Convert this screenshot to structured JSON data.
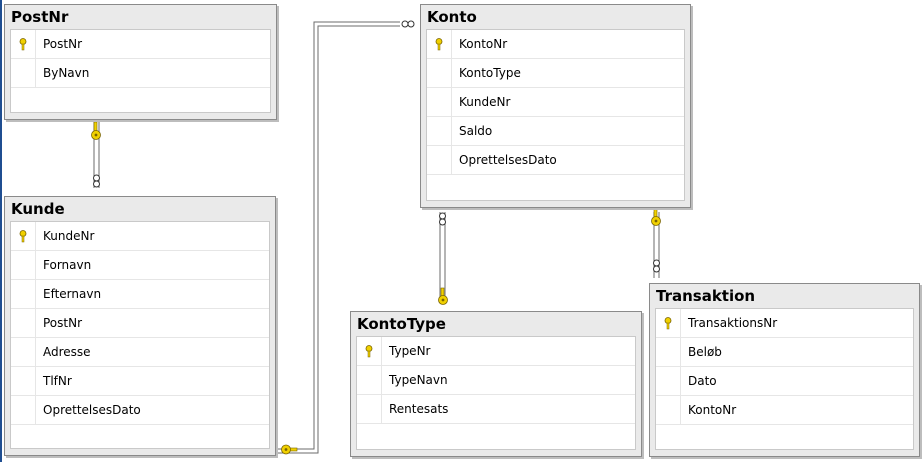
{
  "tables": [
    {
      "id": "postnr",
      "title": "PostNr",
      "columns": [
        {
          "name": "PostNr",
          "pk": true
        },
        {
          "name": "ByNavn",
          "pk": false
        }
      ]
    },
    {
      "id": "konto",
      "title": "Konto",
      "columns": [
        {
          "name": "KontoNr",
          "pk": true
        },
        {
          "name": "KontoType",
          "pk": false
        },
        {
          "name": "KundeNr",
          "pk": false
        },
        {
          "name": "Saldo",
          "pk": false
        },
        {
          "name": "OprettelsesDato",
          "pk": false
        }
      ]
    },
    {
      "id": "kunde",
      "title": "Kunde",
      "columns": [
        {
          "name": "KundeNr",
          "pk": true
        },
        {
          "name": "Fornavn",
          "pk": false
        },
        {
          "name": "Efternavn",
          "pk": false
        },
        {
          "name": "PostNr",
          "pk": false
        },
        {
          "name": "Adresse",
          "pk": false
        },
        {
          "name": "TlfNr",
          "pk": false
        },
        {
          "name": "OprettelsesDato",
          "pk": false
        }
      ]
    },
    {
      "id": "kontotype",
      "title": "KontoType",
      "columns": [
        {
          "name": "TypeNr",
          "pk": true
        },
        {
          "name": "TypeNavn",
          "pk": false
        },
        {
          "name": "Rentesats",
          "pk": false
        }
      ]
    },
    {
      "id": "transaktion",
      "title": "Transaktion",
      "columns": [
        {
          "name": "TransaktionsNr",
          "pk": true
        },
        {
          "name": "Beløb",
          "pk": false
        },
        {
          "name": "Dato",
          "pk": false
        },
        {
          "name": "KontoNr",
          "pk": false
        }
      ]
    }
  ],
  "relationships": [
    {
      "from": "PostNr",
      "to": "Kunde",
      "one_end": "PostNr",
      "many_end": "Kunde"
    },
    {
      "from": "Kunde",
      "to": "Konto",
      "one_end": "Kunde",
      "many_end": "Konto"
    },
    {
      "from": "KontoType",
      "to": "Konto",
      "one_end": "KontoType",
      "many_end": "Konto"
    },
    {
      "from": "Konto",
      "to": "Transaktion",
      "one_end": "Konto",
      "many_end": "Transaktion"
    }
  ],
  "colors": {
    "key": "#f0d000",
    "key_outline": "#7a6400",
    "line": "#707070",
    "title_bg": "#eaeaea"
  }
}
